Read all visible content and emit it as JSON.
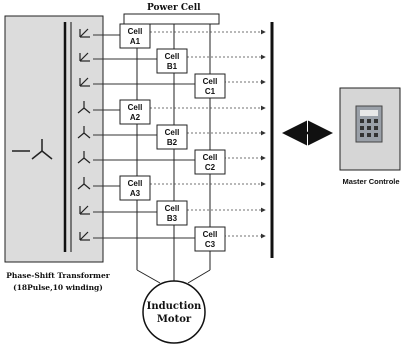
{
  "diagram": {
    "top_label": "Power Cell",
    "transformer_label_line1": "Phase-Shift Transformer",
    "transformer_label_line2": "(18Pulse,10 winding)",
    "motor_label_line1": "Induction",
    "motor_label_line2": "Motor",
    "controller_label": "Master Controle",
    "cells": [
      {
        "id": "A1",
        "line1": "Cell",
        "line2": "A1"
      },
      {
        "id": "B1",
        "line1": "Cell",
        "line2": "B1"
      },
      {
        "id": "C1",
        "line1": "Cell",
        "line2": "C1"
      },
      {
        "id": "A2",
        "line1": "Cell",
        "line2": "A2"
      },
      {
        "id": "B2",
        "line1": "Cell",
        "line2": "B2"
      },
      {
        "id": "C2",
        "line1": "Cell",
        "line2": "C2"
      },
      {
        "id": "A3",
        "line1": "Cell",
        "line2": "A3"
      },
      {
        "id": "B3",
        "line1": "Cell",
        "line2": "B3"
      },
      {
        "id": "C3",
        "line1": "Cell",
        "line2": "C3"
      }
    ]
  }
}
